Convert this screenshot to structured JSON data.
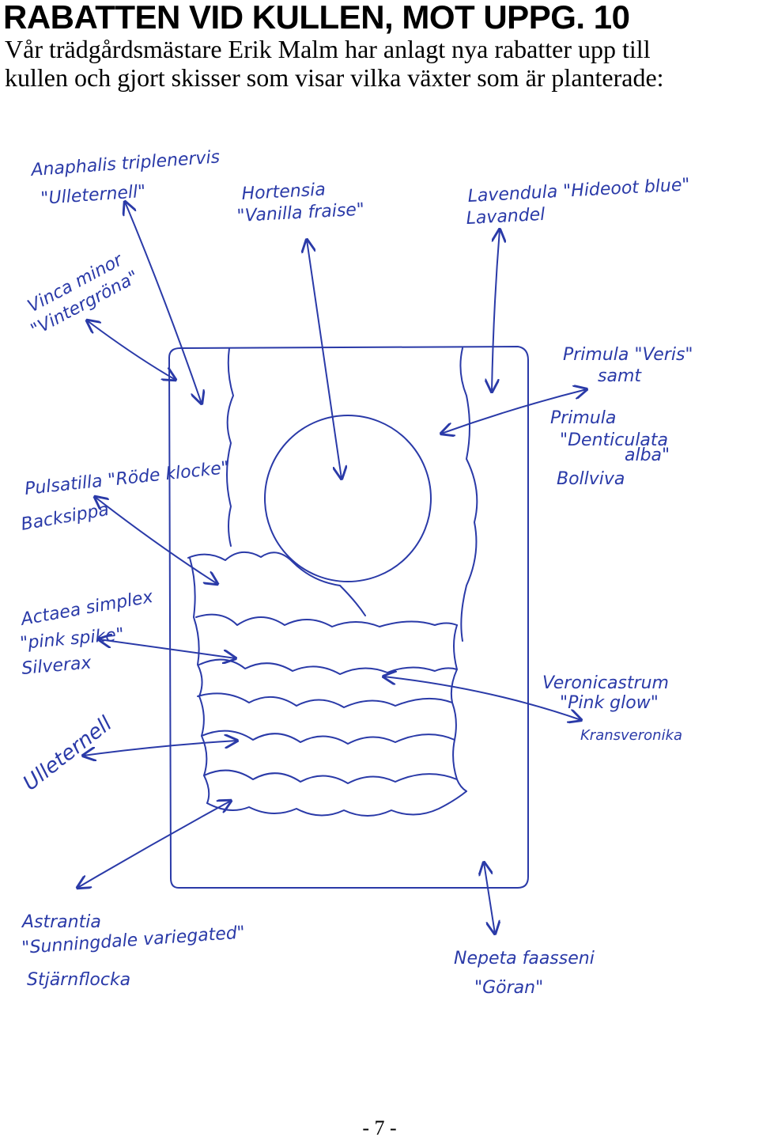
{
  "title": "RABATTEN VID KULLEN, MOT UPPG. 10",
  "intro": {
    "line1": "Vår trädgårdsmästare Erik Malm har anlagt nya rabatter upp till",
    "line2": "kullen och gjort skisser som visar vilka växter som är planterade:"
  },
  "sketch": {
    "ink_color": "#2a3aa8",
    "labels": {
      "anaphalis": {
        "line1": "Anaphalis triplenervis",
        "line2": "\"Ulleternell\""
      },
      "hortensia": {
        "line1": "Hortensia",
        "line2": "\"Vanilla fraise\""
      },
      "lavendula": {
        "line1": "Lavendula \"Hideoot blue\"",
        "line2": "Lavandel"
      },
      "vinca": {
        "line1": "Vinca minor",
        "line2": "\"Vintergröna\""
      },
      "primula_veris": {
        "line1": "Primula \"Veris\"",
        "line2": "samt"
      },
      "primula_denticulata": {
        "line1": "Primula",
        "line2": "\"Denticulata",
        "line3": "alba\"",
        "line4": "Bollviva"
      },
      "pulsatilla": {
        "line1": "Pulsatilla \"Röde klocke\"",
        "line2": "Backsippa"
      },
      "actaea": {
        "line1": "Actaea simplex",
        "line2": "\"pink spike\"",
        "line3": "Silverax"
      },
      "veronicastrum": {
        "line1": "Veronicastrum",
        "line2": "\"Pink glow\"",
        "line3": "Kransveronika"
      },
      "ulleternell": {
        "line1": "Ulleternell"
      },
      "astrantia": {
        "line1": "Astrantia",
        "line2": "\"Sunningdale variegated\"",
        "line3": "Stjärnflocka"
      },
      "nepeta": {
        "line1": "Nepeta faasseni",
        "line2": "\"Göran\""
      }
    }
  },
  "page_number": "- 7 -"
}
